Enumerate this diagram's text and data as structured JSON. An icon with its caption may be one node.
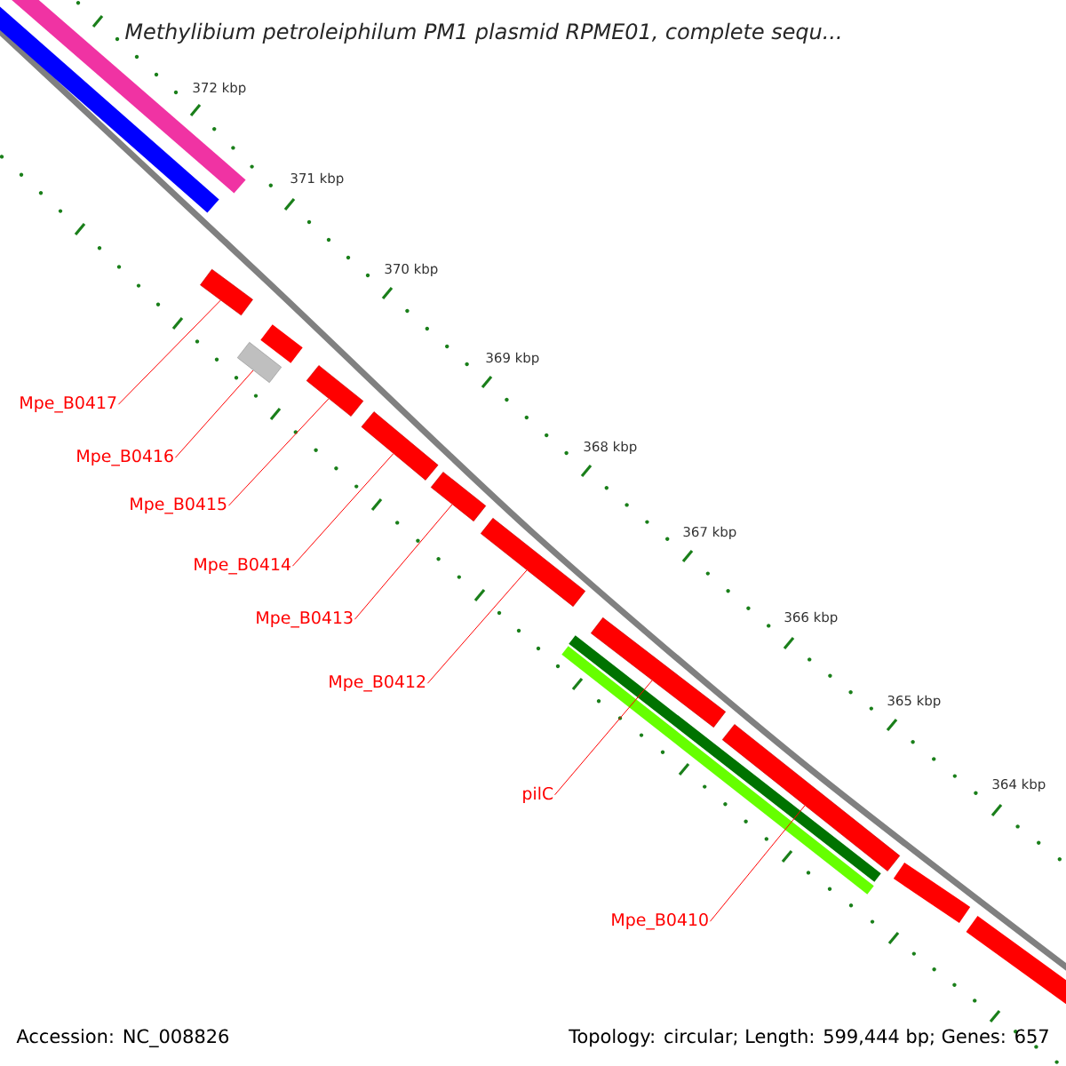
{
  "diagram": {
    "title": "Methylibium petroleiphilum PM1 plasmid RPME01, complete sequ...",
    "nodes": [
      {
        "text": [
          "Mpe_B0417"
        ]
      },
      {
        "text": [
          "Mpe_B0416"
        ]
      },
      {
        "text": [
          "Mpe_B0415"
        ]
      },
      {
        "text": [
          "Mpe_B0414"
        ]
      },
      {
        "text": [
          "Mpe_B0413"
        ]
      },
      {
        "text": [
          "Mpe_B0412"
        ]
      },
      {
        "text": [
          "pilC"
        ]
      },
      {
        "text": [
          "Mpe_B0410"
        ]
      },
      {
        "text": [],
        "shape": "bar"
      },
      {
        "text": [],
        "shape": "bar"
      },
      {
        "text": [],
        "shape": "bar"
      },
      {
        "text": [],
        "shape": "bar"
      },
      {
        "text": [],
        "shape": "bar"
      },
      {
        "text": [],
        "shape": "bar"
      },
      {
        "text": [],
        "shape": "bar"
      },
      {
        "text": [],
        "shape": "bar"
      }
    ],
    "edges": [
      {
        "from": 0,
        "to": 8,
        "arrow": "none"
      },
      {
        "from": 1,
        "to": 9,
        "arrow": "none"
      },
      {
        "from": 2,
        "to": 10,
        "arrow": "none"
      },
      {
        "from": 3,
        "to": 11,
        "arrow": "none"
      },
      {
        "from": 4,
        "to": 12,
        "arrow": "none"
      },
      {
        "from": 5,
        "to": 13,
        "arrow": "none"
      },
      {
        "from": 6,
        "to": 14,
        "arrow": "none"
      },
      {
        "from": 7,
        "to": 15,
        "arrow": "none"
      }
    ],
    "labels": [
      "372 kbp",
      "371 kbp",
      "370 kbp",
      "369 kbp",
      "368 kbp",
      "367 kbp",
      "366 kbp",
      "365 kbp",
      "364 kbp",
      "Accession: NC_008826",
      "Topology: circular; Length: 599,444 bp; Genes: 657"
    ]
  }
}
